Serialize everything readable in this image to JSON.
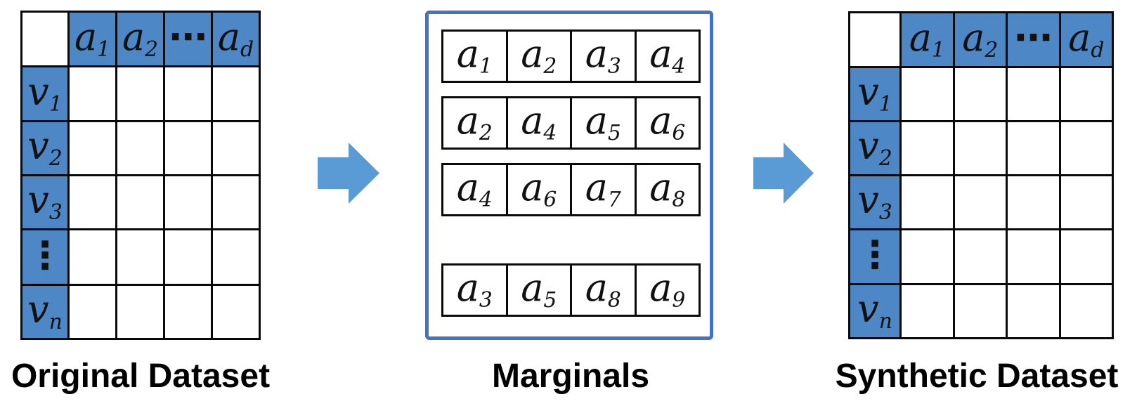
{
  "diagram": {
    "captions": {
      "left": "Original Dataset",
      "middle": "Marginals",
      "right": "Synthetic Dataset"
    },
    "colors": {
      "cell_blue": "#4E87C5",
      "arrow_blue": "#5B9BD5",
      "box_border_blue": "#4472C4",
      "grid_line": "#0A0A0A",
      "background": "#FFFFFF"
    },
    "icons": {
      "flow_arrow": "right-block-arrow"
    }
  },
  "left_table": {
    "col_headers": [
      {
        "base": "a",
        "sub": "1"
      },
      {
        "base": "a",
        "sub": "2"
      },
      {
        "base": "⋯",
        "sub": ""
      },
      {
        "base": "a",
        "sub": "d"
      }
    ],
    "row_headers": [
      {
        "base": "v",
        "sub": "1"
      },
      {
        "base": "v",
        "sub": "2"
      },
      {
        "base": "v",
        "sub": "3"
      },
      {
        "base": "⋮",
        "sub": ""
      },
      {
        "base": "v",
        "sub": "n"
      }
    ]
  },
  "marginals": {
    "rows": [
      [
        {
          "base": "a",
          "sub": "1"
        },
        {
          "base": "a",
          "sub": "2"
        },
        {
          "base": "a",
          "sub": "3"
        },
        {
          "base": "a",
          "sub": "4"
        }
      ],
      [
        {
          "base": "a",
          "sub": "2"
        },
        {
          "base": "a",
          "sub": "4"
        },
        {
          "base": "a",
          "sub": "5"
        },
        {
          "base": "a",
          "sub": "6"
        }
      ],
      [
        {
          "base": "a",
          "sub": "4"
        },
        {
          "base": "a",
          "sub": "6"
        },
        {
          "base": "a",
          "sub": "7"
        },
        {
          "base": "a",
          "sub": "8"
        }
      ],
      [
        {
          "base": "a",
          "sub": "3"
        },
        {
          "base": "a",
          "sub": "5"
        },
        {
          "base": "a",
          "sub": "8"
        },
        {
          "base": "a",
          "sub": "9"
        }
      ]
    ]
  },
  "right_table": {
    "col_headers": [
      {
        "base": "a",
        "sub": "1"
      },
      {
        "base": "a",
        "sub": "2"
      },
      {
        "base": "⋯",
        "sub": ""
      },
      {
        "base": "a",
        "sub": "d"
      }
    ],
    "row_headers": [
      {
        "base": "v",
        "sub": "1"
      },
      {
        "base": "v",
        "sub": "2"
      },
      {
        "base": "v",
        "sub": "3"
      },
      {
        "base": "⋮",
        "sub": ""
      },
      {
        "base": "v",
        "sub": "n"
      }
    ]
  }
}
